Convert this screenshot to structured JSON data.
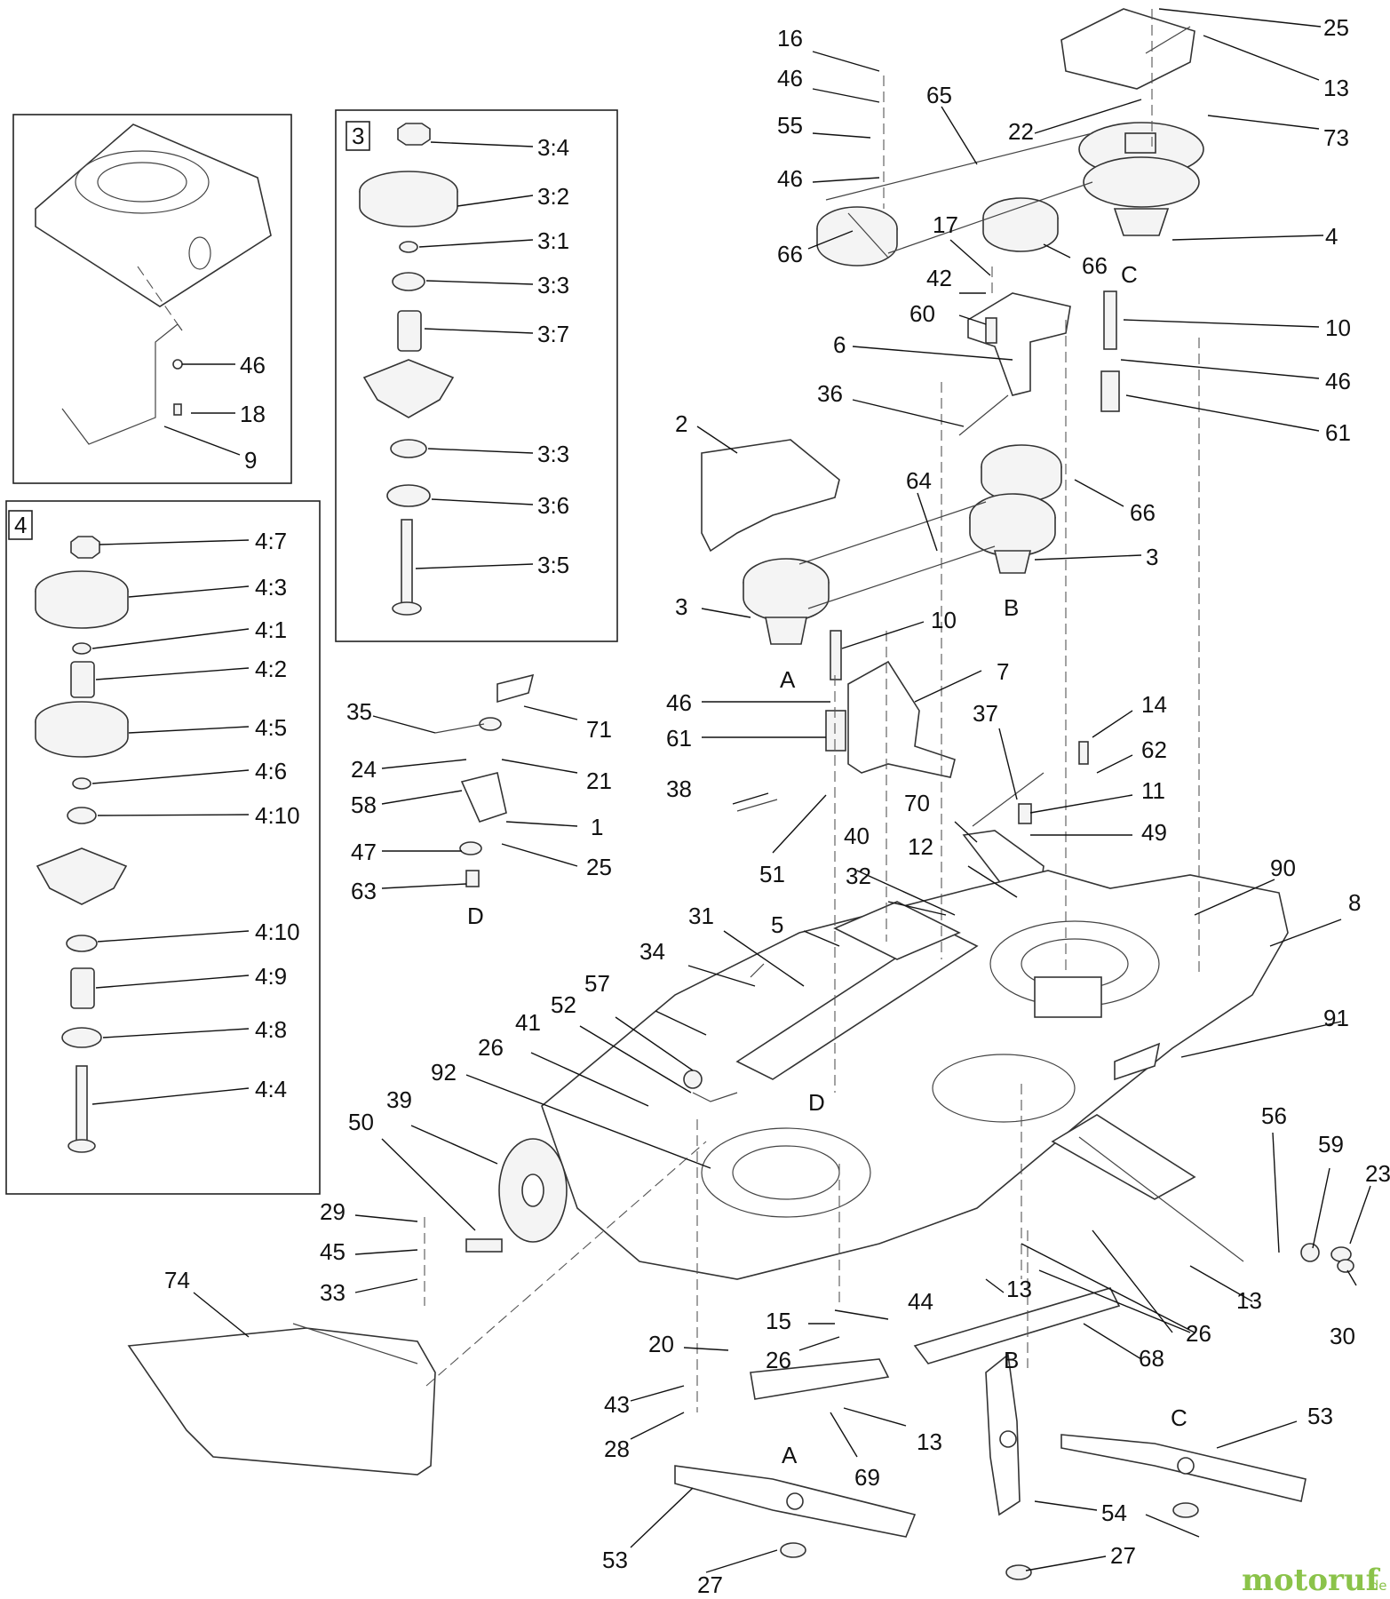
{
  "watermark": {
    "brand": "motoruf",
    "tld": ".de"
  },
  "inset_boxes": {
    "box3_tag": "3",
    "box4_tag": "4"
  },
  "labels": {
    "l25": "25",
    "l13a": "13",
    "l73": "73",
    "l16": "16",
    "l46a": "46",
    "l65": "65",
    "l55": "55",
    "l22": "22",
    "l46b": "46",
    "l4": "4",
    "l66a": "66",
    "l17": "17",
    "l66b": "66",
    "lC1": "C",
    "l42": "42",
    "l10a": "10",
    "l60": "60",
    "l6": "6",
    "l46c": "46",
    "l36": "36",
    "l61a": "61",
    "l2": "2",
    "l64": "64",
    "l66c": "66",
    "l3a": "3",
    "l3b": "3",
    "lB1": "B",
    "l10b": "10",
    "lA1": "A",
    "l7": "7",
    "l46d": "46",
    "l61b": "61",
    "l37": "37",
    "l14": "14",
    "l62": "62",
    "l38": "38",
    "l11": "11",
    "l70": "70",
    "l49": "49",
    "l51": "51",
    "l40": "40",
    "l12": "12",
    "l90": "90",
    "l32": "32",
    "l8": "8",
    "l5": "5",
    "l31": "31",
    "l34": "34",
    "l57": "57",
    "l91": "91",
    "l52": "52",
    "l41": "41",
    "l26a": "26",
    "l92": "92",
    "lD2": "D",
    "l39": "39",
    "l50": "50",
    "l56": "56",
    "l59": "59",
    "l23": "23",
    "l29": "29",
    "l45": "45",
    "l33": "33",
    "l74": "74",
    "l13b": "13",
    "l26b": "26",
    "l13c": "13",
    "l30": "30",
    "l44": "44",
    "l15": "15",
    "l20": "20",
    "l26c": "26",
    "l68": "68",
    "l43": "43",
    "l28": "28",
    "l13d": "13",
    "l69": "69",
    "lB2": "B",
    "lC2": "C",
    "l53a": "53",
    "lA2": "A",
    "l54": "54",
    "l53b": "53",
    "l27a": "27",
    "l27b": "27",
    "l35": "35",
    "l71": "71",
    "l24": "24",
    "l21": "21",
    "l58": "58",
    "l1": "1",
    "l47": "47",
    "l25b": "25",
    "l63": "63",
    "lD1": "D",
    "i46": "46",
    "i18": "18",
    "i9": "9",
    "b3_4": "3:4",
    "b3_2": "3:2",
    "b3_1": "3:1",
    "b3_3a": "3:3",
    "b3_7": "3:7",
    "b3_3b": "3:3",
    "b3_6": "3:6",
    "b3_5": "3:5",
    "b4_7": "4:7",
    "b4_3": "4:3",
    "b4_1": "4:1",
    "b4_2": "4:2",
    "b4_5": "4:5",
    "b4_6": "4:6",
    "b4_10a": "4:10",
    "b4_10b": "4:10",
    "b4_9": "4:9",
    "b4_8": "4:8",
    "b4_4": "4:4"
  }
}
